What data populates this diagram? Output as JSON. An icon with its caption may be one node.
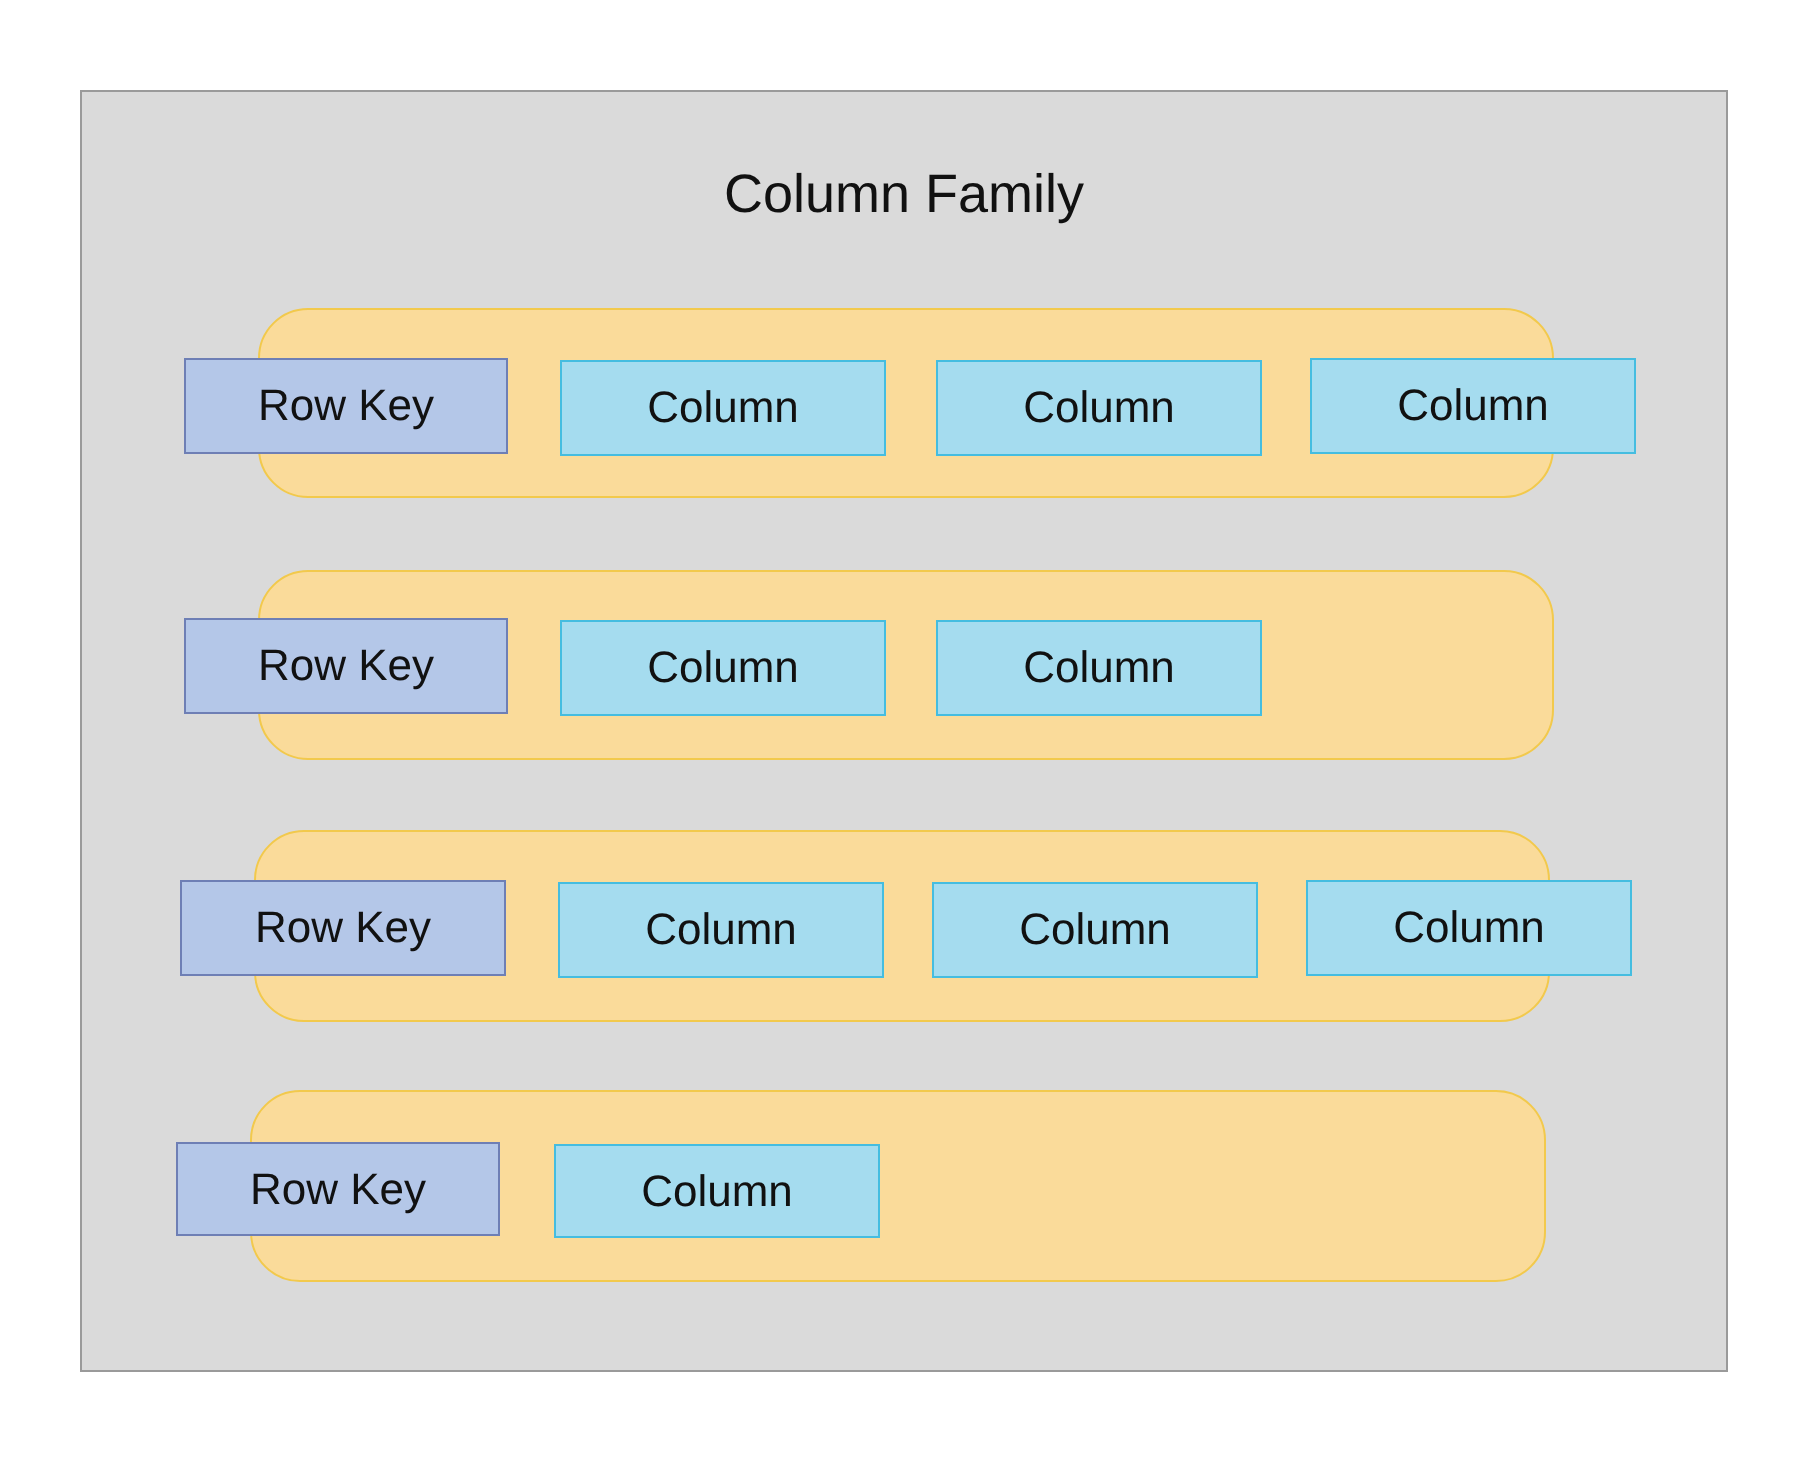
{
  "diagram": {
    "nodes": [
      {
        "text": [
          "Column Family"
        ]
      },
      {
        "text": [],
        "shape": "box",
        "in": 0
      },
      {
        "text": [
          "Row Key"
        ],
        "in": 0
      },
      {
        "text": [
          "Column"
        ],
        "in": 1
      },
      {
        "text": [
          "Column"
        ],
        "in": 1
      },
      {
        "text": [
          "Column"
        ],
        "in": 0
      },
      {
        "text": [],
        "shape": "box",
        "in": 0
      },
      {
        "text": [
          "Row Key"
        ],
        "in": 0
      },
      {
        "text": [
          "Column"
        ],
        "in": 6
      },
      {
        "text": [
          "Column"
        ],
        "in": 6
      },
      {
        "text": [],
        "shape": "box",
        "in": 0
      },
      {
        "text": [
          "Row Key"
        ],
        "in": 0
      },
      {
        "text": [
          "Column"
        ],
        "in": 10
      },
      {
        "text": [
          "Column"
        ],
        "in": 10
      },
      {
        "text": [
          "Column"
        ],
        "in": 0
      },
      {
        "text": [],
        "shape": "box",
        "in": 0
      },
      {
        "text": [
          "Row Key"
        ],
        "in": 0
      },
      {
        "text": [
          "Column"
        ],
        "in": 15
      }
    ]
  }
}
